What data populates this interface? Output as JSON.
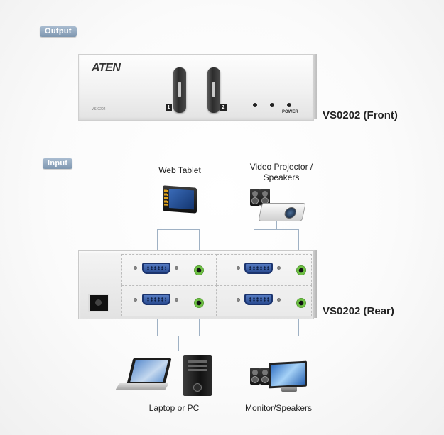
{
  "output_label": "Output",
  "input_label": "Input",
  "front": {
    "logo": "ATEN",
    "model_small": "VS-0202",
    "port1": "1",
    "port2": "2",
    "power": "POWER",
    "label": "VS0202 (Front)"
  },
  "rear": {
    "label": "VS0202 (Rear)"
  },
  "devices": {
    "web_tablet": "Web Tablet",
    "video_projector_line1": "Video Projector /",
    "video_projector_line2": "Speakers",
    "laptop_pc": "Laptop or PC",
    "monitor_speakers": "Monitor/Speakers"
  },
  "colors": {
    "badge": "#8fa6bd",
    "vga_port": "#2f5aa8",
    "audio_jack": "#5fb33a",
    "connector_line": "#9fb1c4"
  }
}
